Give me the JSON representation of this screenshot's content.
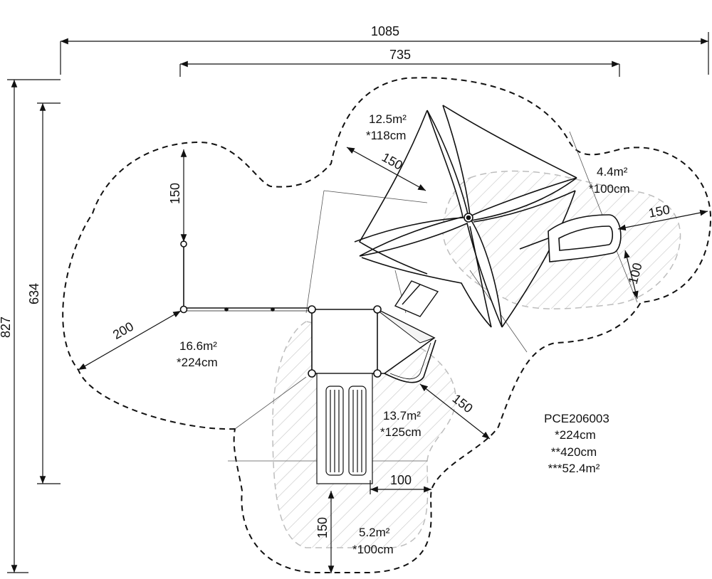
{
  "dimensions": {
    "overall_width": "1085",
    "inner_width": "735",
    "overall_height": "827",
    "inner_height": "634",
    "left_arm": "150",
    "left_diag": "200",
    "roof_diag": "150",
    "right_arm": "150",
    "right_small": "100",
    "lower_diag": "150",
    "bottom_horizontal": "100",
    "bottom_vertical": "150"
  },
  "zones": {
    "roof": {
      "area": "12.5m²",
      "height": "*118cm"
    },
    "slide": {
      "area": "4.4m²",
      "height": "*100cm"
    },
    "left": {
      "area": "16.6m²",
      "height": "*224cm"
    },
    "center": {
      "area": "13.7m²",
      "height": "*125cm"
    },
    "bottom": {
      "area": "5.2m²",
      "height": "*100cm"
    }
  },
  "product": {
    "code": "PCE206003",
    "free_fall_height": "*224cm",
    "max_height": "**420cm",
    "safety_area": "***52.4m²"
  }
}
